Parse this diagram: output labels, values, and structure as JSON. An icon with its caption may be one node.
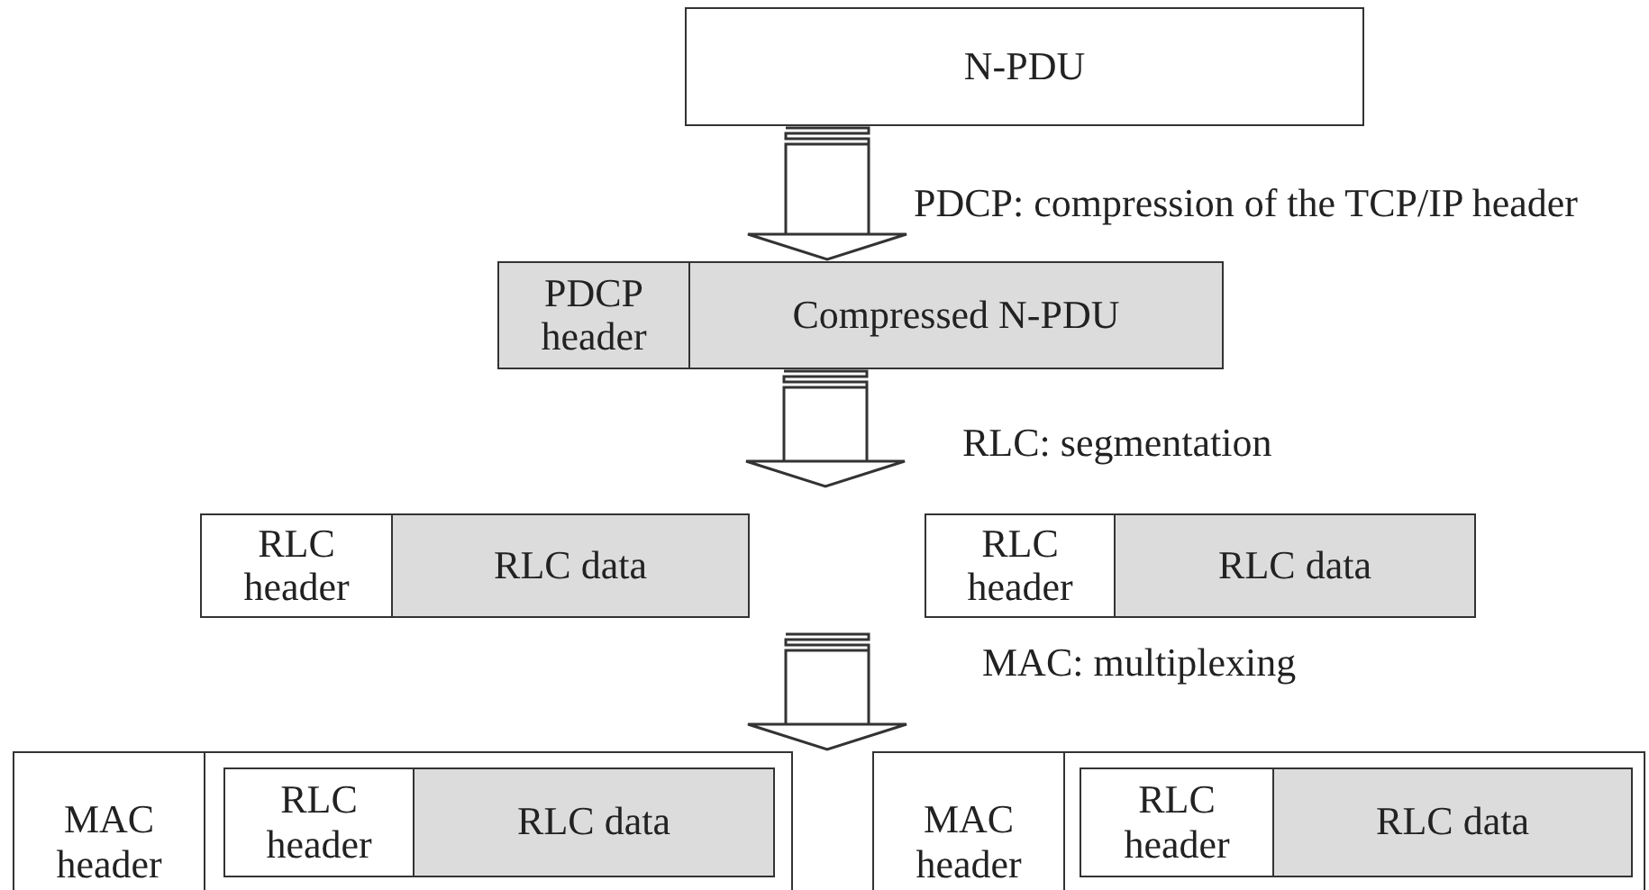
{
  "diagram": {
    "nodes": [
      {
        "text": [
          "N-PDU"
        ]
      },
      {
        "text": [
          "PDCP header"
        ]
      },
      {
        "text": [
          "Compressed N-PDU"
        ]
      },
      {
        "text": [
          "RLC header"
        ]
      },
      {
        "text": [
          "RLC data"
        ]
      },
      {
        "text": [
          "RLC header"
        ]
      },
      {
        "text": [
          "RLC data"
        ]
      },
      {
        "text": [
          "MAC header"
        ]
      },
      {
        "text": [
          "RLC header"
        ],
        "in": 7
      },
      {
        "text": [
          "RLC data"
        ],
        "in": 7
      },
      {
        "text": [
          "MAC header"
        ]
      },
      {
        "text": [
          "RLC header"
        ],
        "in": 10
      },
      {
        "text": [
          "RLC data"
        ],
        "in": 10
      }
    ],
    "edges": [
      {
        "from": 0,
        "to": 2,
        "arrow": "to",
        "label": "PDCP: compression of the TCP/IP header"
      },
      {
        "from": 2,
        "to": null,
        "arrow": "to",
        "label": "RLC: segmentation"
      },
      {
        "from": null,
        "to": 7,
        "arrow": "to",
        "label": "MAC: multiplexing"
      }
    ]
  }
}
